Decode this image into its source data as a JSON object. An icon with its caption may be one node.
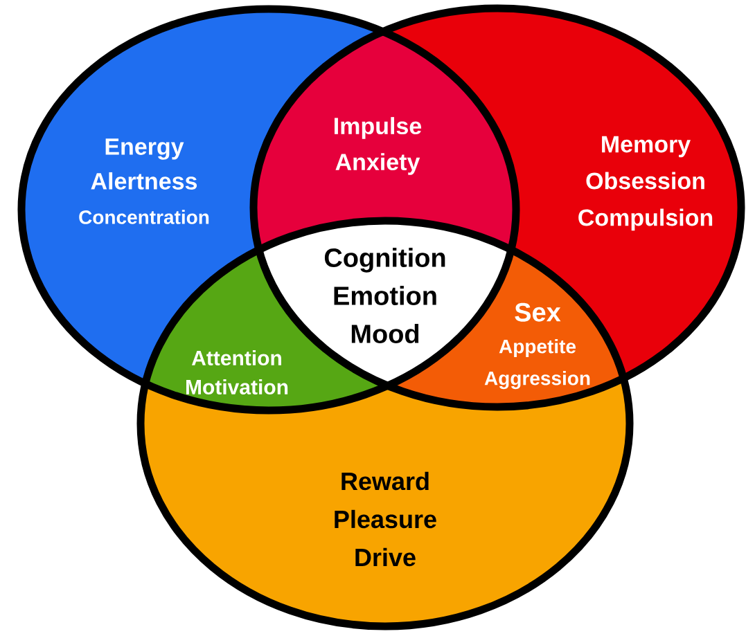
{
  "diagram": {
    "nodes": [
      {
        "text": [
          "Energy",
          "Alertness",
          "Concentration"
        ]
      },
      {
        "text": [
          "Memory",
          "Obsession",
          "Compulsion"
        ]
      },
      {
        "text": [
          "Reward",
          "Pleasure",
          "Drive"
        ]
      },
      {
        "text": [
          "Impulse",
          "Anxiety"
        ]
      },
      {
        "text": [
          "Attention",
          "Motivation"
        ]
      },
      {
        "text": [
          "Sex",
          "Appetite",
          "Aggression"
        ]
      },
      {
        "text": [
          "Cognition",
          "Emotion",
          "Mood"
        ]
      }
    ]
  }
}
